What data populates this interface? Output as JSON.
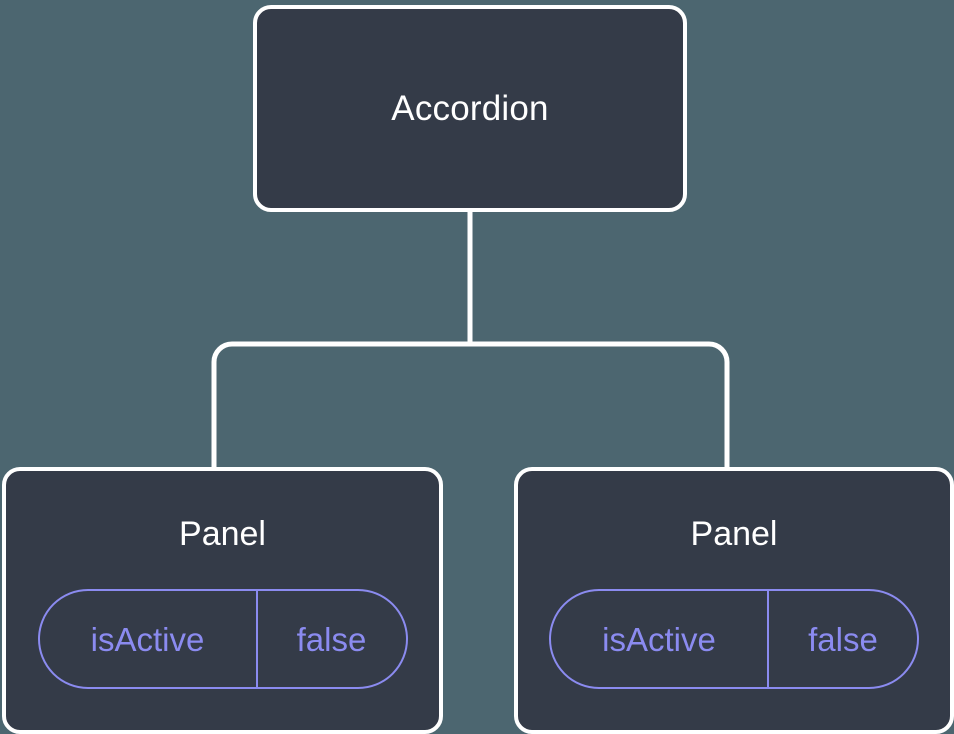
{
  "diagram": {
    "type": "component-tree",
    "background_color": "#4c6670",
    "node_fill_color": "#343b48",
    "node_border_color": "#ffffff",
    "edge_color": "#ffffff",
    "pill_accent_color": "#8b8bf0",
    "root": {
      "label": "Accordion"
    },
    "children": [
      {
        "label": "Panel",
        "state": {
          "key": "isActive",
          "value": "false"
        }
      },
      {
        "label": "Panel",
        "state": {
          "key": "isActive",
          "value": "false"
        }
      }
    ]
  }
}
